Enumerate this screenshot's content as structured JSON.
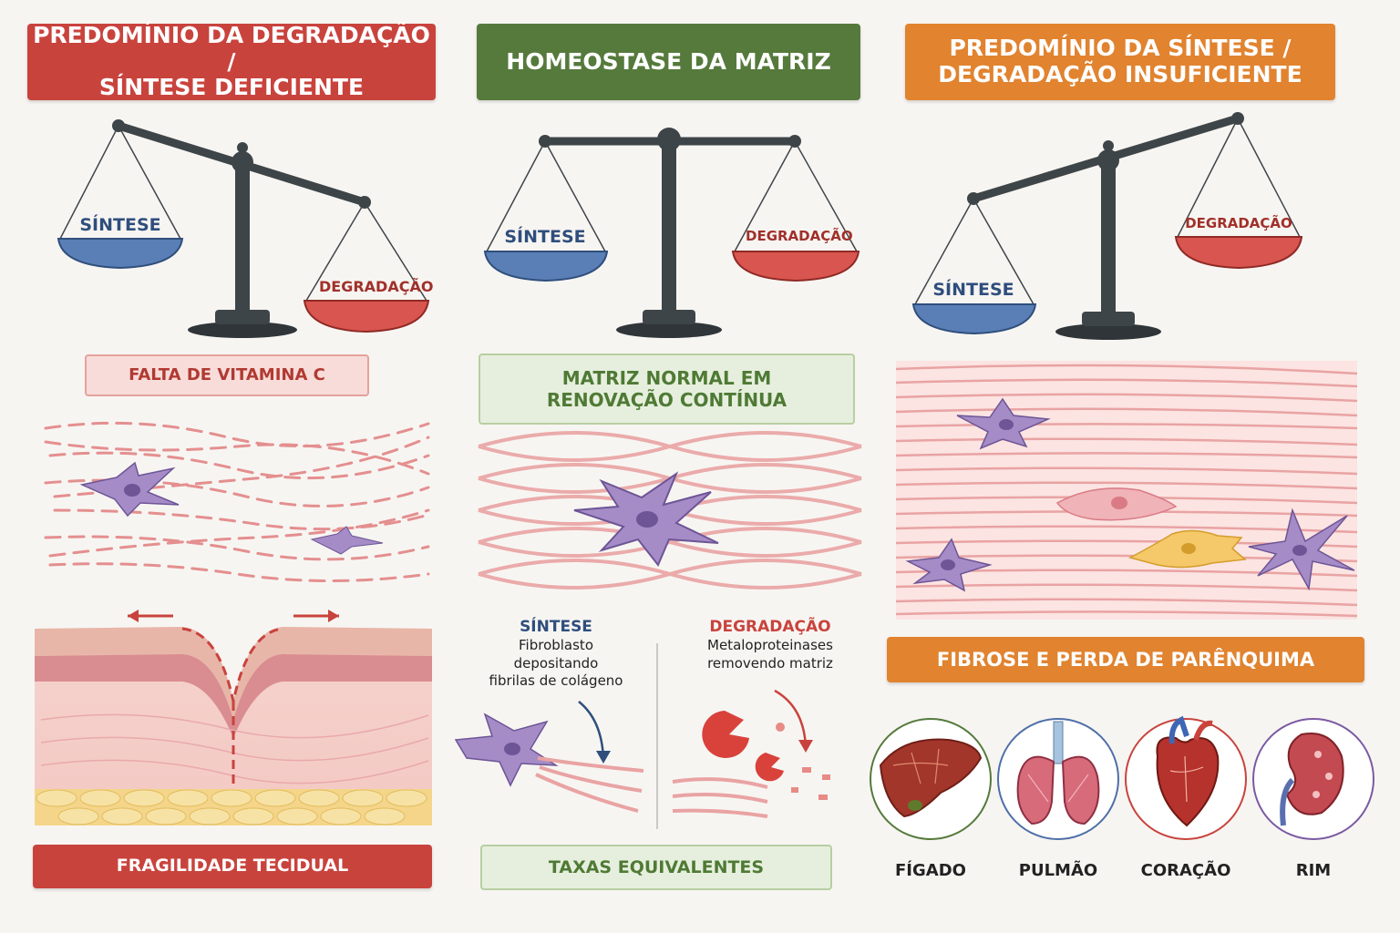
{
  "left": {
    "title_line1": "PREDOMÍNIO DA DEGRADAÇÃO /",
    "title_line2": "SÍNTESE DEFICIENTE",
    "pan_left": "SÍNTESE",
    "pan_right": "DEGRADAÇÃO",
    "cause": "FALTA DE VITAMINA C",
    "outcome": "FRAGILIDADE TECIDUAL"
  },
  "center": {
    "title": "HOMEOSTASE DA MATRIZ",
    "pan_left": "SÍNTESE",
    "pan_right": "DEGRADAÇÃO",
    "state_line1": "MATRIZ NORMAL EM",
    "state_line2": "RENOVAÇÃO CONTÍNUA",
    "synthesis_title": "SÍNTESE",
    "synthesis_line1": "Fibroblasto",
    "synthesis_line2": "depositando",
    "synthesis_line3": "fibrilas de colágeno",
    "degradation_title": "DEGRADAÇÃO",
    "degradation_line1": "Metaloproteinases",
    "degradation_line2": "removendo matriz",
    "outcome": "TAXAS EQUIVALENTES"
  },
  "right": {
    "title_line1": "PREDOMÍNIO DA SÍNTESE /",
    "title_line2": "DEGRADAÇÃO INSUFICIENTE",
    "pan_left": "SÍNTESE",
    "pan_right": "DEGRADAÇÃO",
    "outcome": "FIBROSE E PERDA DE PARÊNQUIMA",
    "organs": [
      "FÍGADO",
      "PULMÃO",
      "CORAÇÃO",
      "RIM"
    ]
  },
  "colors": {
    "red": "#c9433d",
    "green": "#557a3c",
    "orange": "#e1832f",
    "blue_pan": "#5a7fb6",
    "red_pan": "#d9554f",
    "fiber": "#e9a3a3",
    "cell": "#a58cc7"
  }
}
